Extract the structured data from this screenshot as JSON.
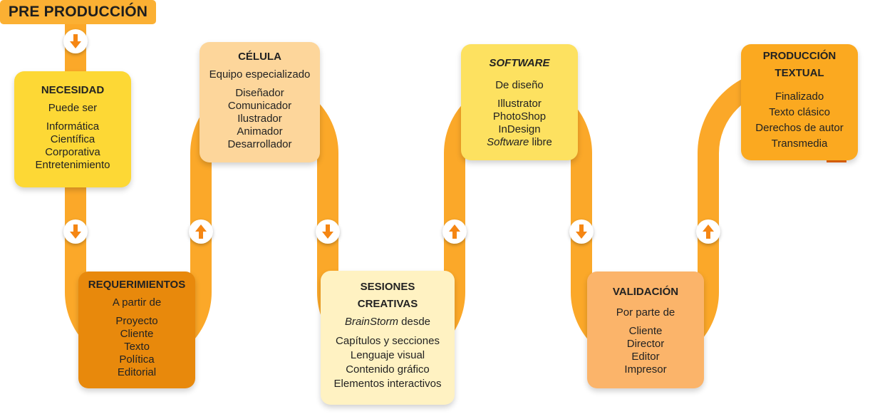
{
  "title": "PRE PRODUCCIÓN",
  "colors": {
    "pipe_light": "#fba829",
    "pipe_dark": "#f58a0f",
    "arrow": "#f58613",
    "necesidad_bg": "#fdd835",
    "requerimientos_bg": "#e8890c",
    "celula_bg": "#fdd69b",
    "sesiones_bg": "#fff2c2",
    "software_bg": "#fde160",
    "validacion_bg": "#fbb46a",
    "produccion_bg": "#fba920"
  },
  "stages": {
    "necesidad": {
      "heading": "NECESIDAD",
      "intro": "Puede ser",
      "items": [
        "Informática",
        "Científica",
        "Corporativa",
        "Entretenimiento"
      ]
    },
    "requerimientos": {
      "heading": "REQUERIMIENTOS",
      "intro": "A partir de",
      "items": [
        "Proyecto",
        "Cliente",
        "Texto",
        "Política",
        "Editorial"
      ]
    },
    "celula": {
      "heading": "CÉLULA",
      "intro": "Equipo especializado",
      "items": [
        "Diseñador",
        "Comunicador",
        "Ilustrador",
        "Animador",
        "Desarrollador"
      ]
    },
    "sesiones": {
      "heading_line1": "SESIONES",
      "heading_line2": "CREATIVAS",
      "intro_italic": "BrainStorm",
      "intro_rest": " desde",
      "items": [
        "Capítulos y secciones",
        "Lenguaje visual",
        "Contenido gráfico",
        "Elementos interactivos"
      ]
    },
    "software": {
      "heading": "SOFTWARE",
      "intro": "De diseño",
      "items": [
        "Illustrator",
        "PhotoShop",
        "InDesign"
      ],
      "last_item_italic": "Software",
      "last_item_rest": " libre"
    },
    "validacion": {
      "heading": "VALIDACIÓN",
      "intro": "Por parte de",
      "items": [
        "Cliente",
        "Director",
        "Editor",
        "Impresor"
      ]
    },
    "produccion": {
      "heading_line1": "PRODUCCIÓN",
      "heading_line2": "TEXTUAL",
      "items": [
        "Finalizado",
        "Texto clásico",
        "Derechos de autor",
        "Transmedia"
      ]
    }
  },
  "arrows": [
    {
      "direction": "down"
    },
    {
      "direction": "down"
    },
    {
      "direction": "up"
    },
    {
      "direction": "down"
    },
    {
      "direction": "up"
    },
    {
      "direction": "down"
    },
    {
      "direction": "up"
    }
  ]
}
